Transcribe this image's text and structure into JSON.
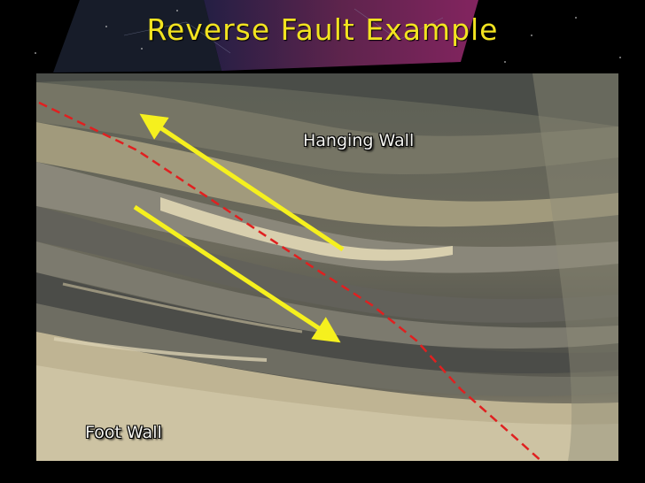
{
  "slide": {
    "title": "Reverse Fault Example",
    "labels": {
      "hanging_wall": "Hanging Wall",
      "foot_wall": "Foot Wall"
    }
  },
  "colors": {
    "title": "#f2e320",
    "arrow": "#f5f01e",
    "fault_line": "#e02020",
    "label_text": "#f4f4f0"
  },
  "icons": {
    "upper_arrow": "arrow-up-left-icon",
    "lower_arrow": "arrow-down-right-icon"
  }
}
